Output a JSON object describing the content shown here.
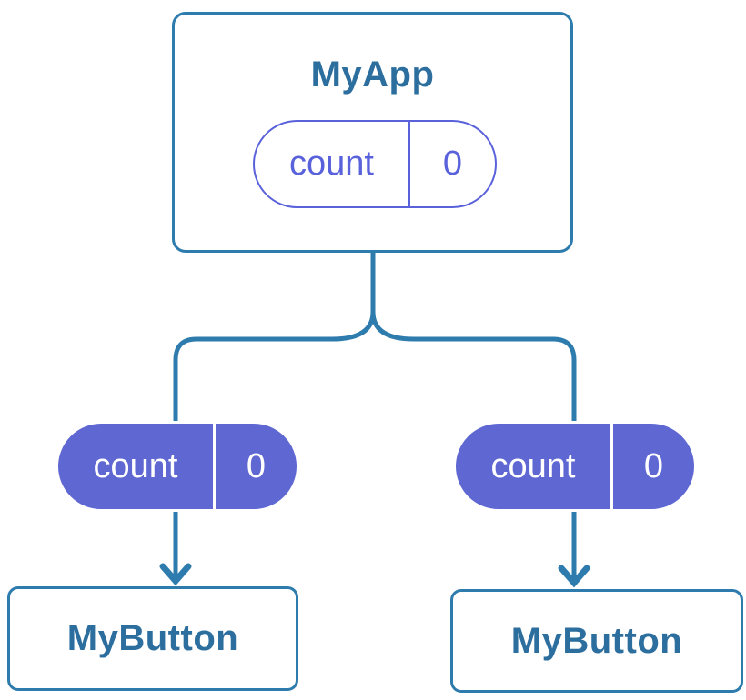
{
  "colors": {
    "page_bg": "#ffffff",
    "card_bg": "#ffffff",
    "line": "#2e7bad",
    "title_text": "#2c6e9e",
    "purple": "#5a62db",
    "purple_fill": "#5f68d2",
    "pill_text_light": "#ffffff"
  },
  "root": {
    "title": "MyApp",
    "state": {
      "name": "count",
      "value": "0"
    }
  },
  "children": [
    {
      "title": "MyButton",
      "prop": {
        "name": "count",
        "value": "0"
      }
    },
    {
      "title": "MyButton",
      "prop": {
        "name": "count",
        "value": "0"
      }
    }
  ]
}
